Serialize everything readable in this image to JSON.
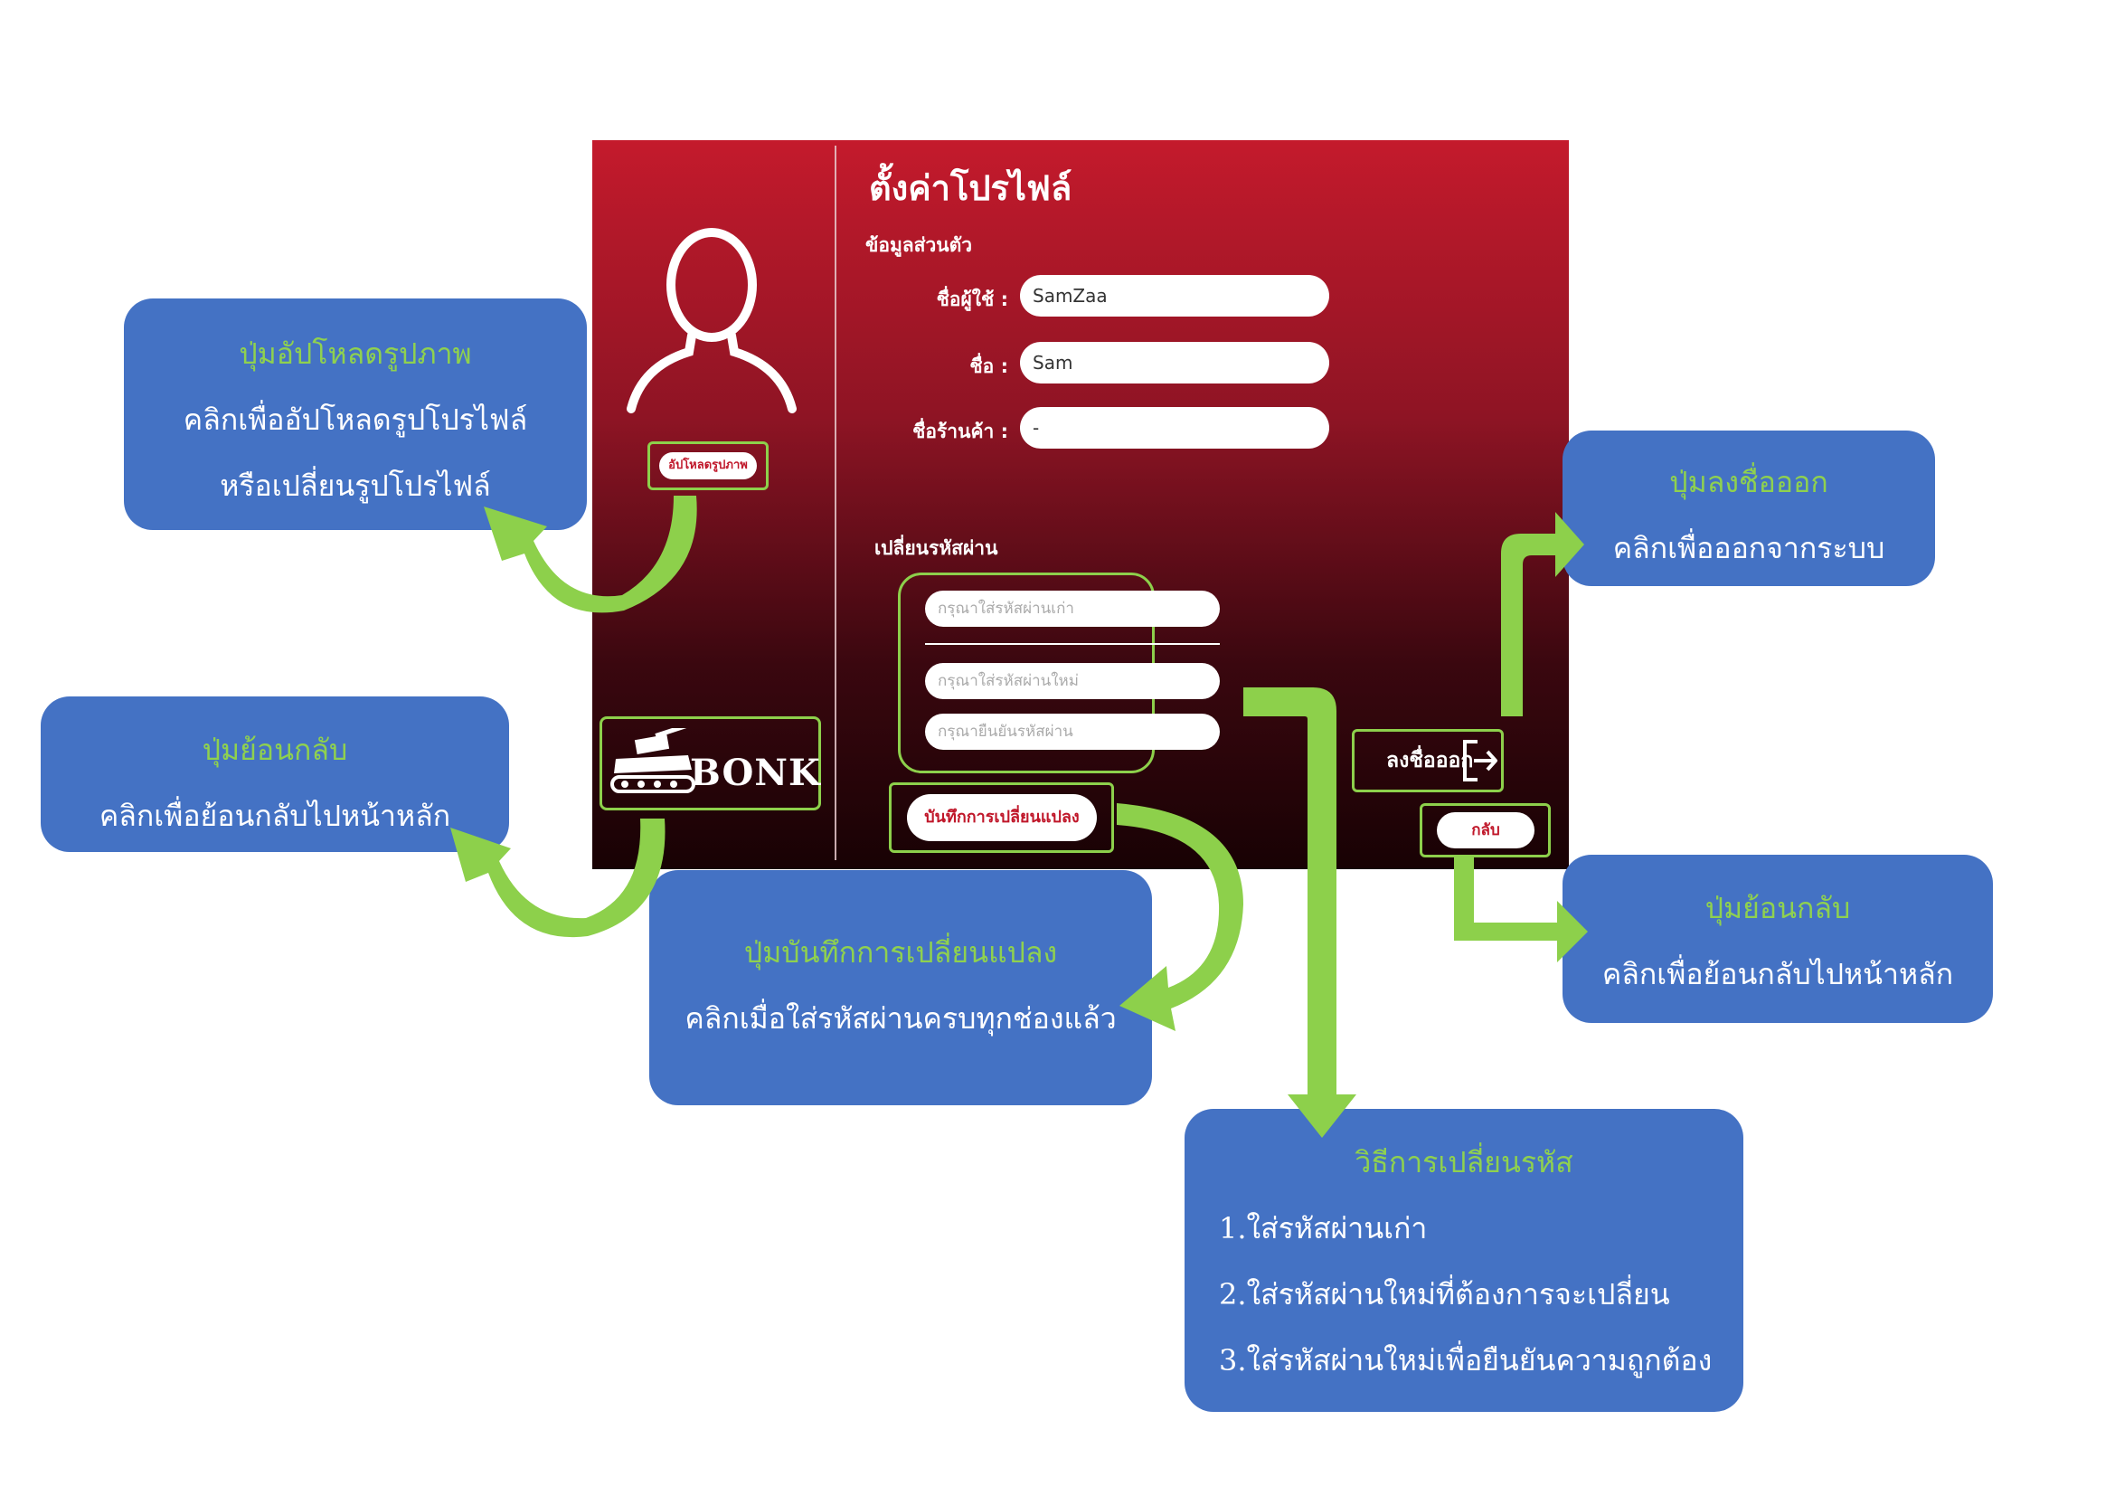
{
  "profile": {
    "title": "ตั้งค่าโปรไฟล์",
    "personal_section": "ข้อมูลส่วนตัว",
    "fields": [
      {
        "label": "ชื่อผู้ใช้ :",
        "value": "SamZaa"
      },
      {
        "label": "ชื่อ :",
        "value": "Sam"
      },
      {
        "label": "ชื่อร้านค้า :",
        "value": "-"
      }
    ],
    "password_section": "เปลี่ยนรหัสผ่าน",
    "password_inputs": [
      {
        "placeholder": "กรุณาใส่รหัสผ่านเก่า"
      },
      {
        "placeholder": "กรุณาใส่รหัสผ่านใหม่"
      },
      {
        "placeholder": "กรุณายืนยันรหัสผ่าน"
      }
    ],
    "save_label": "บันทึกการเปลี่ยนแปลง",
    "upload_label": "อัปโหลดรูปภาพ",
    "logo_text": "BONK",
    "logout_label": "ลงชื่อออก",
    "back_label": "กลับ"
  },
  "icons": {
    "avatar": "user-avatar-icon",
    "logo": "tank-icon",
    "logout": "logout-arrow-icon"
  },
  "colors": {
    "app_top": "#c41a2c",
    "app_bottom": "#180204",
    "highlight": "#8dd04b",
    "callout_bg": "#4472c4",
    "callout_title": "#8fd14f",
    "button_text": "#c0172a"
  },
  "callouts": {
    "upload": {
      "title": "ปุ่มอัปโหลดรูปภาพ",
      "lines": [
        "คลิกเพื่ออัปโหลดรูปโปรไฟล์",
        "หรือเปลี่ยนรูปโปรไฟล์"
      ]
    },
    "back_left": {
      "title": "ปุ่มย้อนกลับ",
      "lines": [
        "คลิกเพื่อย้อนกลับไปหน้าหลัก"
      ]
    },
    "save": {
      "title": "ปุ่มบันทึกการเปลี่ยนแปลง",
      "lines": [
        "คลิกเมื่อใส่รหัสผ่านครบทุกช่องแล้ว"
      ]
    },
    "logout": {
      "title": "ปุ่มลงชื่อออก",
      "lines": [
        "คลิกเพื่อออกจากระบบ"
      ]
    },
    "back_right": {
      "title": "ปุ่มย้อนกลับ",
      "lines": [
        "คลิกเพื่อย้อนกลับไปหน้าหลัก"
      ]
    },
    "password": {
      "title": "วิธีการเปลี่ยนรหัส",
      "lines": [
        "1.ใส่รหัสผ่านเก่า",
        "2.ใส่รหัสผ่านใหม่ที่ต้องการจะเปลี่ยน",
        "3.ใส่รหัสผ่านใหม่เพื่อยืนยันความถูกต้อง"
      ]
    }
  }
}
